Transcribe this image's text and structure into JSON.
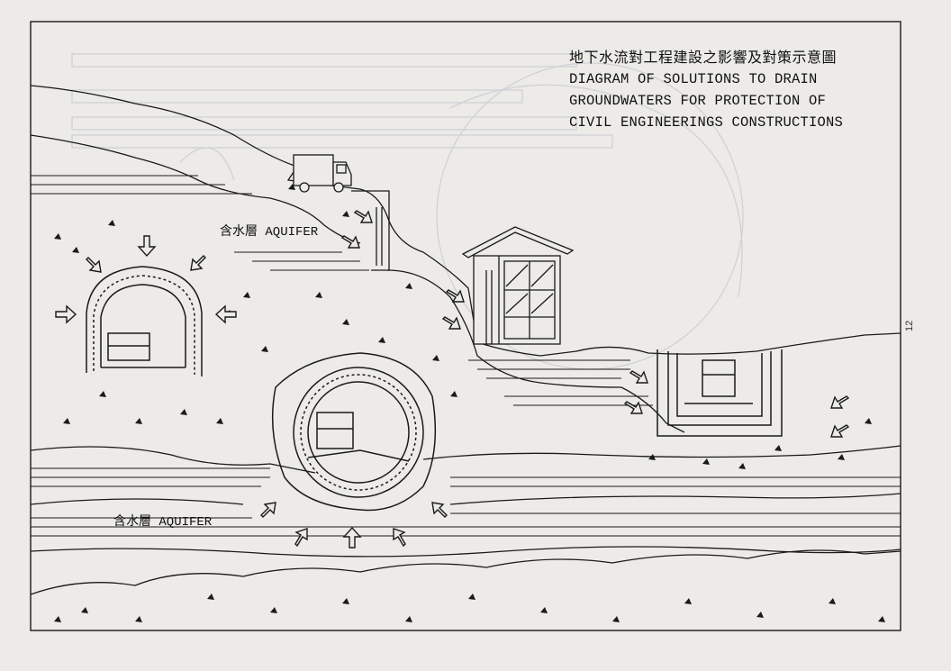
{
  "title": {
    "zh": "地下水流對工程建設之影響及對策示意圖",
    "en_lines": [
      "DIAGRAM OF SOLUTIONS TO DRAIN",
      "GROUNDWATERS FOR PROTECTION OF",
      "CIVIL ENGINEERINGS CONSTRUCTIONS"
    ]
  },
  "labels": {
    "aquifer_upper": "含水層 AQUIFER",
    "aquifer_lower": "含水層 AQUIFER"
  },
  "page_number": "12",
  "colors": {
    "ink": "#1a1a1a",
    "paper": "#ecebe7",
    "ghost": "#c9c9cf"
  }
}
